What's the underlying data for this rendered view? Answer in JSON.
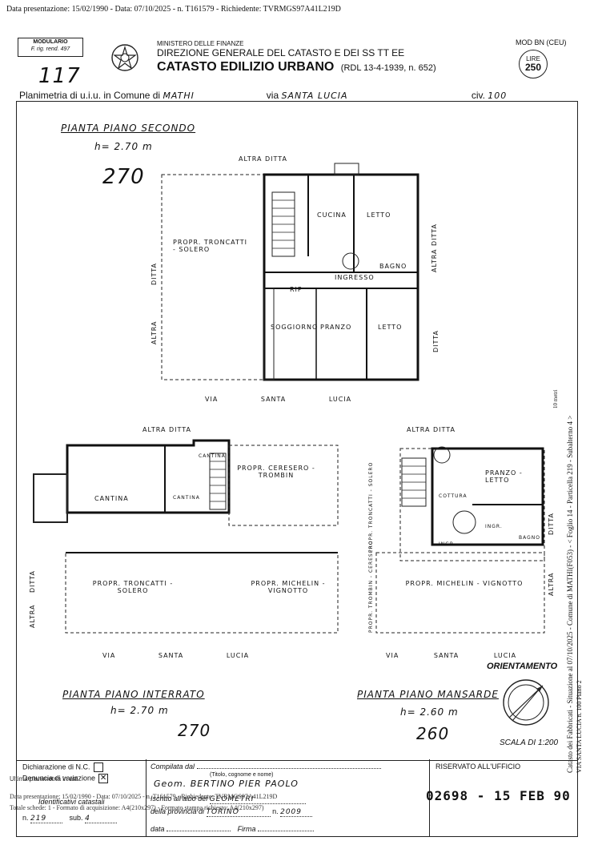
{
  "top_meta": "Data presentazione: 15/02/1990 - Data: 07/10/2025 - n. T161579 - Richiedente: TVRMGS97A41L219D",
  "header": {
    "modulario": "MODULARIO",
    "modulario_sub": "F. rig. rend. 497",
    "ministry": "MINISTERO DELLE FINANZE",
    "direction": "DIREZIONE GENERALE DEL CATASTO E DEI SS TT EE",
    "title": "CATASTO EDILIZIO URBANO",
    "law": "(RDL 13-4-1939, n. 652)",
    "mod": "MOD BN (CEU)",
    "lire_label": "LIRE",
    "lire_value": "250",
    "sheet_number": "117",
    "planimetria": "Planimetria di u.i.u. in Comune di",
    "comune": "MATHI",
    "via_label": "via",
    "via": "SANTA LUCIA",
    "civ_label": "civ.",
    "civ": "100"
  },
  "plan_second": {
    "title": "PIANTA PIANO SECONDO",
    "height": "h= 2.70 m",
    "code": "270",
    "rooms": [
      "CUCINA",
      "LETTO",
      "BAGNO",
      "INGRESSO",
      "RIP",
      "SOGGIORNO",
      "PRANZO",
      "LETTO"
    ],
    "neighbors": [
      "ALTRA DITTA",
      "PROPR. TRONCATTI - SOLERO",
      "DITTA",
      "ALTRA DITTA",
      "DITTA",
      "ALTRA"
    ],
    "street": "VIA SANTA LUCIA"
  },
  "plan_basement": {
    "title": "PIANTA PIANO INTERRATO",
    "height": "h= 2.70 m",
    "code": "270",
    "rooms": [
      "CANTINA",
      "CANTINA",
      "CANTINA"
    ],
    "neighbors": [
      "ALTRA DITTA",
      "PROPR. CERESERO - TROMBIN",
      "PROPR. TRONCATTI - SOLERO",
      "PROPR. MICHELIN - VIGNOTTO",
      "DITTA",
      "ALTRA"
    ],
    "street": "VIA SANTA LUCIA"
  },
  "plan_attic": {
    "title": "PIANTA PIANO MANSARDE",
    "height": "h= 2.60 m",
    "code": "260",
    "rooms": [
      "PRANZO - LETTO",
      "COTTURA",
      "INGR.",
      "BAGNO",
      "INGR."
    ],
    "neighbors": [
      "ALTRA DITTA",
      "PROPR. TRONCATTI - SOLERO",
      "PROPR. TROMBIN - CERESERO",
      "PROPR. MICHELIN - VIGNOTTO",
      "DITTA",
      "ALTRA"
    ],
    "street": "VIA SANTA LUCIA"
  },
  "orientation": {
    "label": "ORIENTAMENTO",
    "scale": "SCALA DI 1:200"
  },
  "footer": {
    "decl_nc": "Dichiarazione di N.C.",
    "denuncia": "Denuncia di variazione",
    "ultima": "Ultima planimetria in atti",
    "identificativi": "Identificativi catastali",
    "n_label": "n.",
    "n_value": "219",
    "sub_label": "sub.",
    "sub_value": "4",
    "compilata": "Compilata dal",
    "titolo": "(Titolo, cognome e nome)",
    "compiler": "Geom. BERTINO PIER PAOLO",
    "iscritto": "Iscritto all'albo dei",
    "albo": "GEOMETRI",
    "provincia": "della provincia di",
    "prov_value": "TORINO",
    "n_iscr_label": "n.",
    "n_iscr": "2009",
    "data_label": "data",
    "firma_label": "Firma",
    "riservato": "RISERVATO ALL'UFFICIO",
    "stamp": "02698 - 15 FEB 90",
    "overlay1": "Data presentazione: 15/02/1990 - Data: 07/10/2025 - n. T161579 - Richiedente: TVRMGS97A41L219D",
    "overlay2": "Totale schede: 1 - Formato di acquisizione: A4(210x297) - Formato stampa richiesto: A4(210x297)"
  },
  "sidebar": "Catasto dei Fabbricati - Situazione al 07/10/2025 - Comune di MATHI(F053) - < Foglio 14 - Particella 219 - Subalterno 4 >",
  "sidebar2": "VIA SANTA LUCIA n. 100 Piano 2",
  "sidebar3": "10 metri"
}
